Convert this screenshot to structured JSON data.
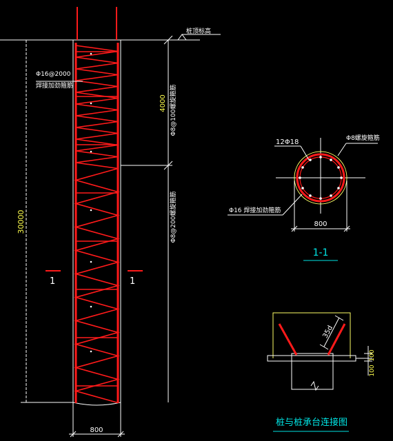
{
  "drawing": {
    "background": "#000000",
    "colors": {
      "rebar": "#ff1a1a",
      "line": "#ffffff",
      "dim_text": "#ffff4d",
      "title": "#00e5e5",
      "section_ring": "#ffff66",
      "pile_cap_outline": "#ffff66"
    },
    "labels": {
      "pile_top_elevation": "桩顶标高",
      "hoop_ring": "Φ16@2000",
      "hoop_ring_note": "焊接加劲箍筋",
      "spiral_dense": "Φ8@100螺旋箍筋",
      "spiral_sparse": "Φ8@200螺旋箍筋",
      "dense_length": "4000",
      "pile_length": "30000",
      "pile_diameter": "800",
      "cut_mark_left": "1",
      "cut_mark_right": "1"
    },
    "section": {
      "main_bars": "12Φ18",
      "spiral": "Φ8螺旋箍筋",
      "ring_note": "Φ16 焊接加劲箍筋",
      "diameter": "800",
      "title": "1-1"
    },
    "cap_detail": {
      "anchor": "35d",
      "embed_a": "100",
      "embed_b": "100",
      "title": "桩与桩承台连接图"
    }
  }
}
